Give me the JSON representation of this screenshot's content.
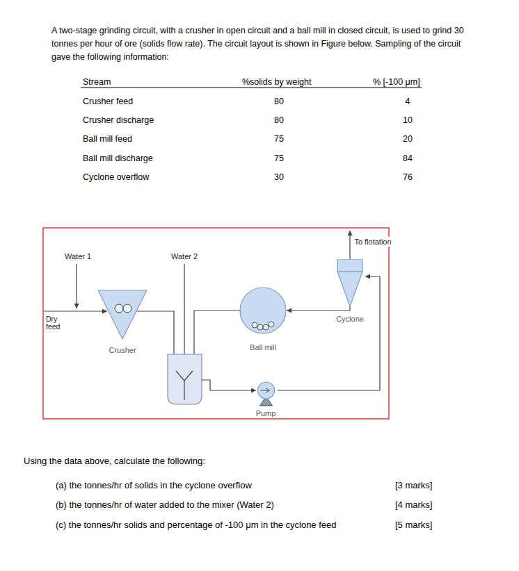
{
  "diagram": {
    "nodes": [
      {
        "text": [
          "Crusher"
        ]
      },
      {
        "text": [
          "Ball mill"
        ]
      },
      {
        "text": [
          "Pump"
        ]
      },
      {
        "text": [
          "Cyclone"
        ]
      }
    ],
    "edges": [
      {
        "from": 2,
        "to": 3,
        "arrow": "to"
      },
      {
        "from": 3,
        "to": 1,
        "arrow": "to"
      }
    ],
    "labels": [
      "A two-stage grinding circuit, with a crusher in open circuit and a ball mill in closed circuit, is used to grind 30 tonnes per hour of ore (solids flow rate). The circuit layout is shown in Figure below. Sampling of the circuit gave the following information:",
      "Stream",
      "%solids by weight",
      "% [-100 μm]",
      "Crusher feed",
      "80",
      "4",
      "Crusher discharge",
      "80",
      "10",
      "Ball mill feed",
      "75",
      "20",
      "Ball mill discharge",
      "75",
      "84",
      "Cyclone overflow",
      "30",
      "76",
      "Water 1",
      "Water 2",
      "Dry feed",
      "To flotation",
      "Using the data above, calculate the following:",
      "(a) the tonnes/hr of solids in the cyclone overflow",
      "[3 marks]",
      "(b) the tonnes/hr of water added to the mixer (Water 2)",
      "[4 marks]",
      "(c) the tonnes/hr solids and percentage of -100 μm in the cyclone feed",
      "[5 marks]"
    ]
  }
}
